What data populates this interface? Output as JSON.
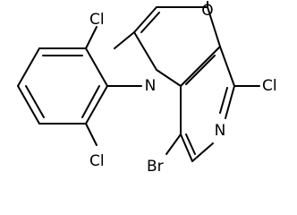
{
  "structure": {
    "atoms": {
      "o": "O",
      "n_ring": "N",
      "n_pyridine": "N",
      "cl_ring": "Cl",
      "cl_phenyl_top": "Cl",
      "cl_phenyl_bottom": "Cl",
      "br": "Br"
    },
    "colors": {
      "bond": "#000000",
      "label": "#000000",
      "background": "#ffffff"
    }
  }
}
